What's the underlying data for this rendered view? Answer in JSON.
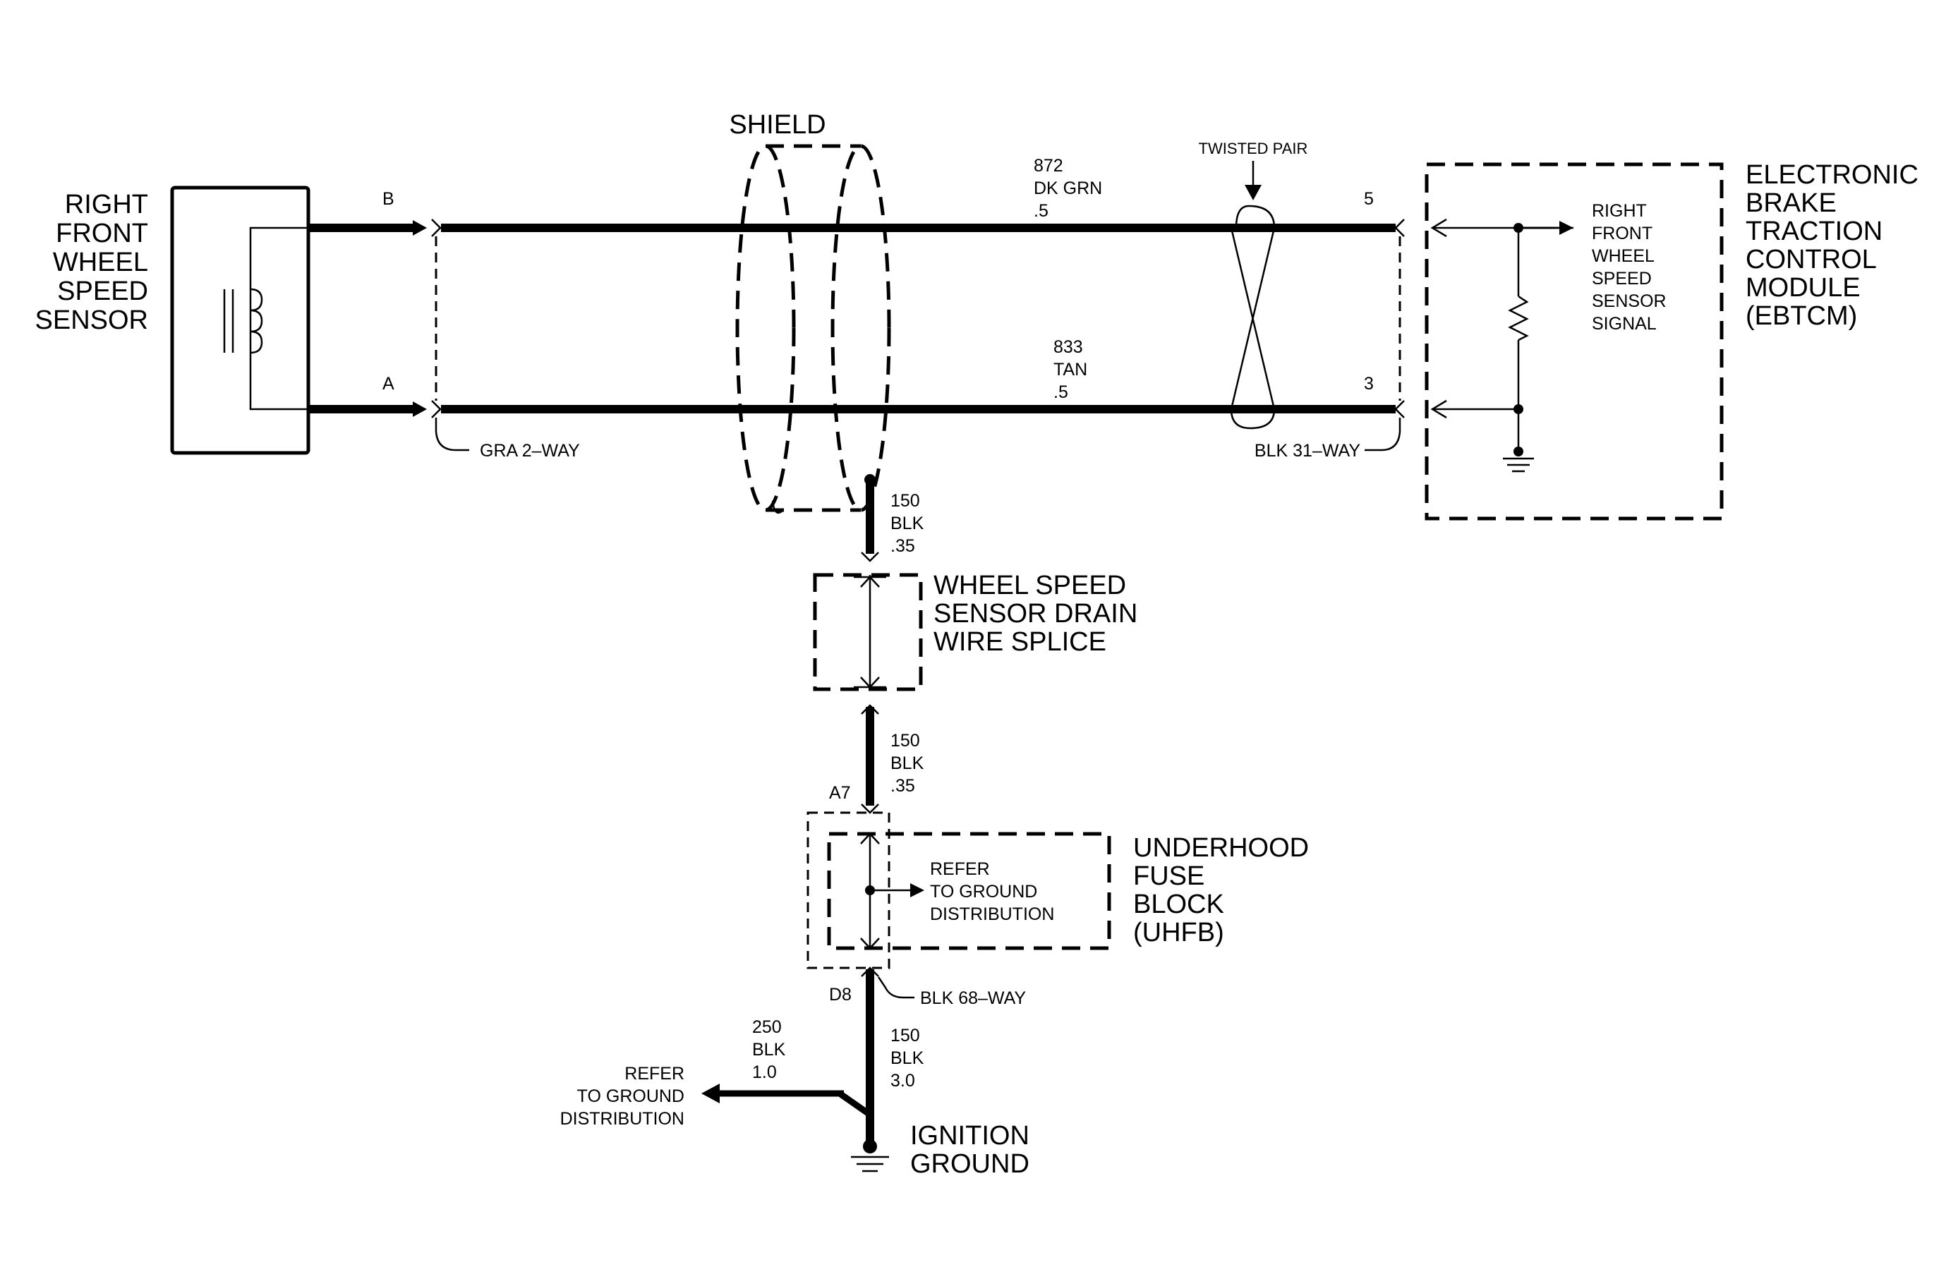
{
  "components": {
    "sensor": [
      "RIGHT",
      "FRONT",
      "WHEEL",
      "SPEED",
      "SENSOR"
    ],
    "ebtcm": [
      "ELECTRONIC",
      "BRAKE",
      "TRACTION",
      "CONTROL",
      "MODULE",
      "(EBTCM)"
    ],
    "ebtcm_signal": [
      "RIGHT",
      "FRONT",
      "WHEEL",
      "SPEED",
      "SENSOR",
      "SIGNAL"
    ],
    "splice": [
      "WHEEL SPEED",
      "SENSOR DRAIN",
      "WIRE SPLICE"
    ],
    "uhfb": [
      "UNDERHOOD",
      "FUSE",
      "BLOCK",
      "(UHFB)"
    ],
    "uhfb_ref": [
      "REFER",
      "TO GROUND",
      "DISTRIBUTION"
    ],
    "ignition_ground": [
      "IGNITION",
      "GROUND"
    ]
  },
  "shield_label": "SHIELD",
  "twisted_pair_label": "TWISTED PAIR",
  "pins": {
    "sensor_b": "B",
    "sensor_a": "A",
    "module_5": "5",
    "module_3": "3",
    "uhfb_top": "A7",
    "uhfb_bottom": "D8"
  },
  "connectors": {
    "sensor_conn": "GRA 2–WAY",
    "module_conn": "BLK 31–WAY",
    "uhfb_conn": "BLK 68–WAY"
  },
  "wires": {
    "signal_high": [
      "872",
      "DK GRN",
      ".5"
    ],
    "signal_low": [
      "833",
      "TAN",
      ".5"
    ],
    "drain_upper": [
      "150",
      "BLK",
      ".35"
    ],
    "drain_lower": [
      "150",
      "BLK",
      ".35"
    ],
    "ground_main": [
      "150",
      "BLK",
      "3.0"
    ],
    "ground_branch": [
      "250",
      "BLK",
      "1.0"
    ]
  },
  "ground_ref": [
    "REFER",
    "TO GROUND",
    "DISTRIBUTION"
  ]
}
